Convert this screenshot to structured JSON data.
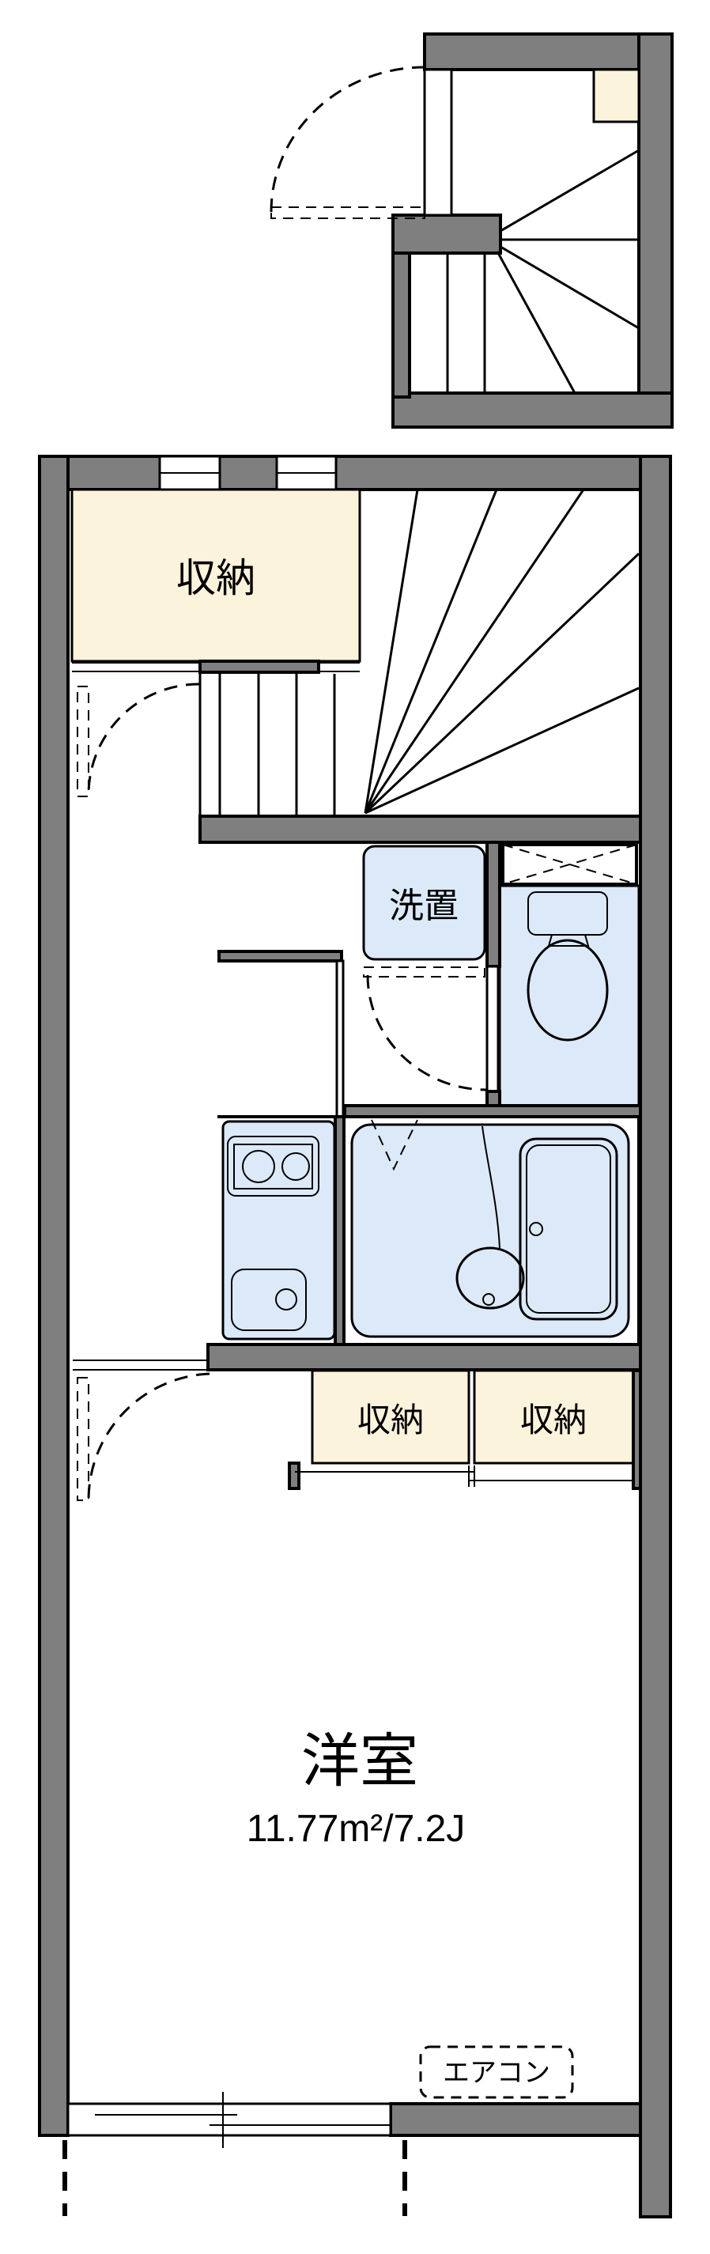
{
  "colors": {
    "wall": "#7f7f7f",
    "storage": "#fcf3dc",
    "fixture": "#dce9f8",
    "line": "#000000",
    "paper": "#ffffff"
  },
  "plan": {
    "storage_upper": "収納",
    "washer": "洗置",
    "closet_a": "収納",
    "closet_b": "収納",
    "room_name": "洋室",
    "room_area": "11.77m²/7.2J",
    "aircon": "エアコン"
  }
}
